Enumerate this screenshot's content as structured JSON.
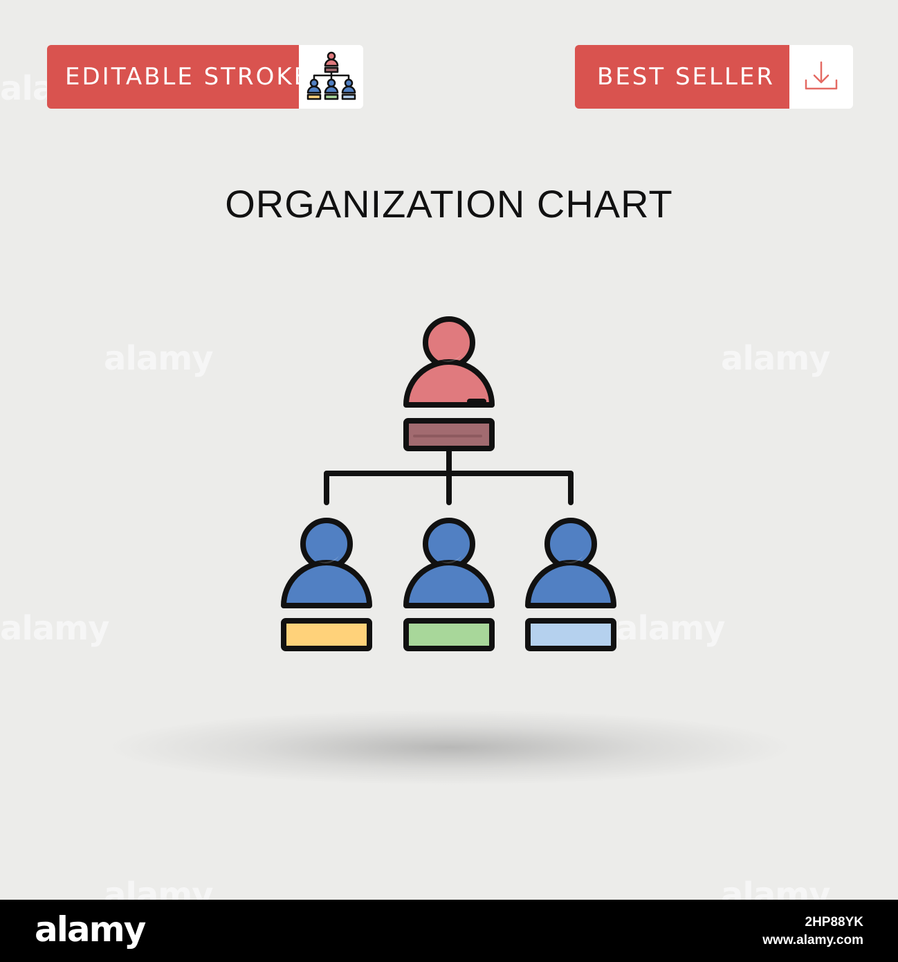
{
  "badges": {
    "left": {
      "label": "EDITABLE STROKE",
      "icon": "organization-chart-icon"
    },
    "right": {
      "label": "BEST SELLER",
      "icon": "download-icon"
    }
  },
  "title": "ORGANIZATION CHART",
  "main_icon": "organization-chart-icon",
  "watermark": "alamy",
  "footer": {
    "logo": "alamy",
    "image_code": "2HP88YK",
    "site": "www.alamy.com"
  },
  "colors": {
    "background": "#ececea",
    "badge_red": "#d9534f",
    "top_person": "#e07a7e",
    "top_box": "#a26b70",
    "person_blue": "#5180c3",
    "box_yellow": "#ffd27a",
    "box_green": "#a8d79a",
    "box_lightblue": "#b5d1ee",
    "outline": "#111111"
  }
}
